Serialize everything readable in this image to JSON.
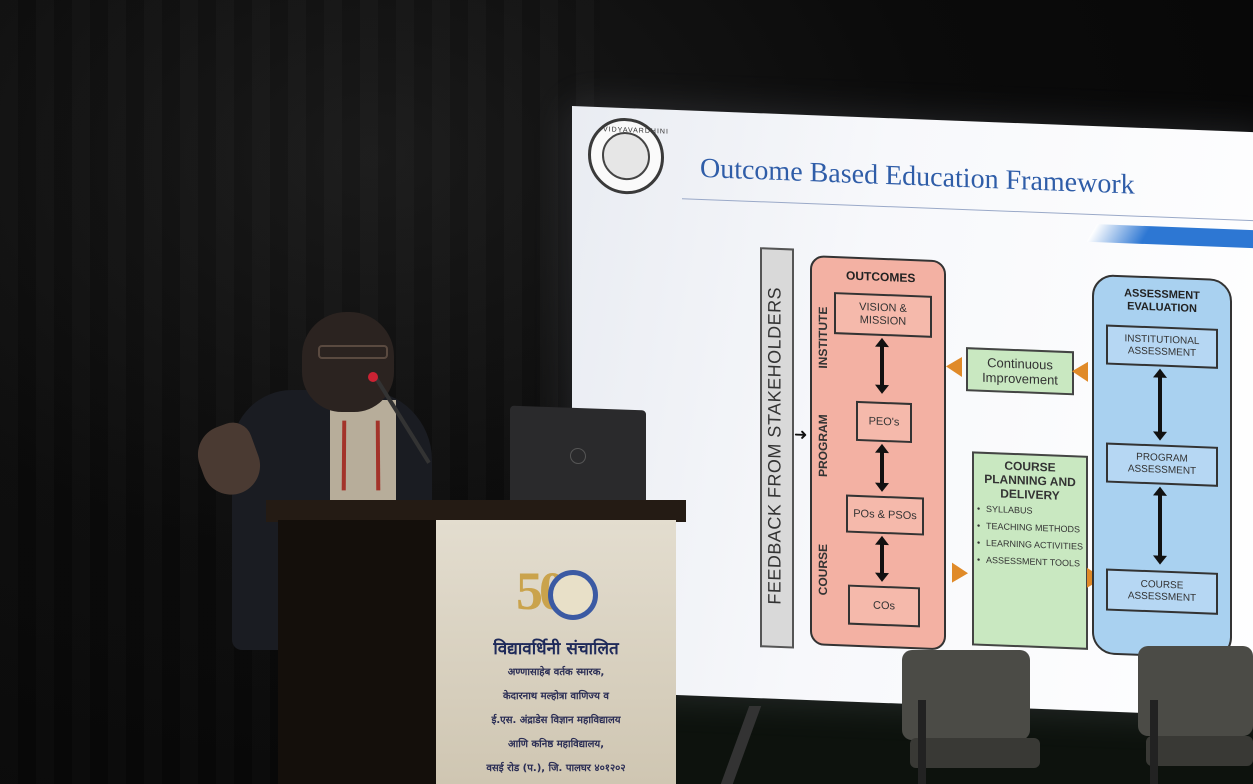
{
  "slide": {
    "title": "Outcome Based Education Framework",
    "logo_text": "VIDYAVARDHINI",
    "feedback": "FEEDBACK FROM STAKEHOLDERS",
    "outcomes_heading": "OUTCOMES",
    "levels": {
      "institute": "INSTITUTE",
      "program": "PROGRAM",
      "course": "COURSE"
    },
    "outcome_items": {
      "vision": "VISION & MISSION",
      "peo": "PEO's",
      "pos": "POs & PSOs",
      "cos": "COs"
    },
    "continuous_improvement": "Continuous Improvement",
    "course_planning": {
      "heading": "COURSE PLANNING AND DELIVERY",
      "items": [
        "SYLLABUS",
        "TEACHING METHODS",
        "LEARNING ACTIVITIES",
        "ASSESSMENT TOOLS"
      ]
    },
    "assessment": {
      "heading": "ASSESSMENT EVALUATION",
      "institutional": "INSTITUTIONAL ASSESSMENT",
      "program": "PROGRAM ASSESSMENT",
      "course": "COURSE ASSESSMENT"
    }
  },
  "banner": {
    "number": "50",
    "name": "विद्यावर्धिनी संचालित",
    "lines": [
      "अण्णासाहेब वर्तक स्मारक,",
      "केदारनाथ मल्होत्रा वाणिज्य व",
      "ई.एस. अंद्राडेस विज्ञान महाविद्यालय",
      "आणि कनिष्ठ महाविद्यालय,",
      "वसई रोड (प.), जि. पालघर ४०१२०२"
    ]
  },
  "colors": {
    "title_blue": "#2f5da8",
    "outcomes_fill": "#f3b1a3",
    "planning_fill": "#c9e8c1",
    "assessment_fill": "#a9d1f0",
    "arrow_orange": "#e08a28"
  }
}
